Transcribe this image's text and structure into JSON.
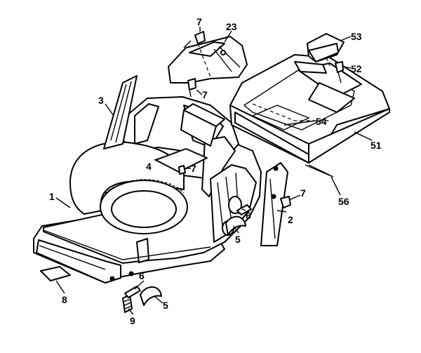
{
  "callouts": [
    {
      "id": "c1",
      "label": "1"
    },
    {
      "id": "c2",
      "label": "2"
    },
    {
      "id": "c3",
      "label": "3"
    },
    {
      "id": "c4",
      "label": "4"
    },
    {
      "id": "c5a",
      "label": "5"
    },
    {
      "id": "c5b",
      "label": "5"
    },
    {
      "id": "c6a",
      "label": "6"
    },
    {
      "id": "c6b",
      "label": "6"
    },
    {
      "id": "c7a",
      "label": "7"
    },
    {
      "id": "c7b",
      "label": "7"
    },
    {
      "id": "c7c",
      "label": "7"
    },
    {
      "id": "c7d",
      "label": "7"
    },
    {
      "id": "c8",
      "label": "8"
    },
    {
      "id": "c9",
      "label": "9"
    },
    {
      "id": "c23",
      "label": "23"
    },
    {
      "id": "c51",
      "label": "51"
    },
    {
      "id": "c52",
      "label": "52"
    },
    {
      "id": "c53",
      "label": "53"
    },
    {
      "id": "c54",
      "label": "54"
    },
    {
      "id": "c56",
      "label": "56"
    }
  ]
}
